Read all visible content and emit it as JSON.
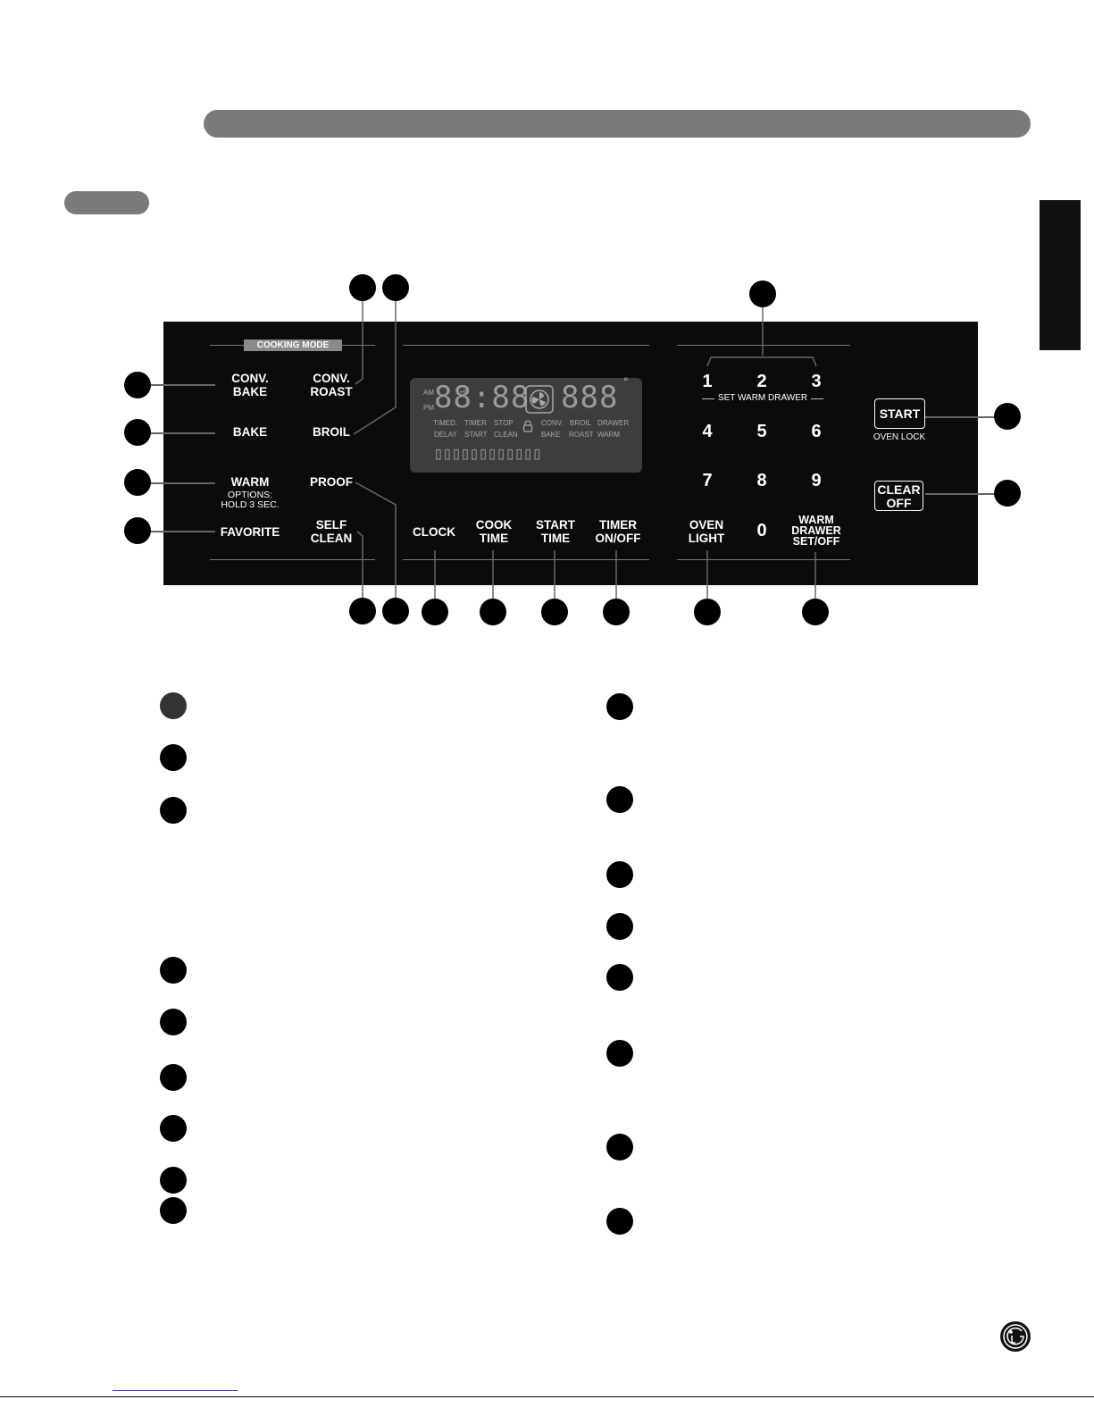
{
  "panel": {
    "cooking_mode_label": "COOKING MODE",
    "mode_buttons": {
      "conv_bake": [
        "CONV.",
        "BAKE"
      ],
      "conv_roast": [
        "CONV.",
        "ROAST"
      ],
      "bake": "BAKE",
      "broil": "BROIL",
      "warm": "WARM",
      "warm_options": [
        "OPTIONS:",
        "HOLD 3 SEC."
      ],
      "proof": "PROOF",
      "favorite": "FAVORITE",
      "self_clean": [
        "SELF",
        "CLEAN"
      ]
    },
    "function_buttons": {
      "clock": "CLOCK",
      "cook_time": [
        "COOK",
        "TIME"
      ],
      "start_time": [
        "START",
        "TIME"
      ],
      "timer_on_off": [
        "TIMER",
        "ON/OFF"
      ],
      "oven_light": [
        "OVEN",
        "LIGHT"
      ],
      "warm_drawer_set_off": [
        "WARM",
        "DRAWER",
        "SET/OFF"
      ]
    },
    "keypad": [
      "1",
      "2",
      "3",
      "4",
      "5",
      "6",
      "7",
      "8",
      "9",
      "0"
    ],
    "set_warm_drawer_label": "SET WARM DRAWER",
    "start_button": "START",
    "oven_lock_label": "OVEN LOCK",
    "clear_off_button": [
      "CLEAR",
      "OFF"
    ],
    "display": {
      "am": "AM",
      "pm": "PM",
      "hr": "HR",
      "clock_digits": "88:88",
      "temp_digits": "888",
      "degree": "°",
      "row1": [
        "TIMED.",
        "TIMER",
        "STOP",
        "CONV.",
        "BROIL",
        "DRAWER"
      ],
      "row2": [
        "DELAY",
        "START",
        "CLEAN",
        "BAKE",
        "ROAST",
        "WARM"
      ],
      "text_segments": "▯▯▯▯▯▯▯▯▯▯▯▯"
    }
  },
  "colors": {
    "panel_bg": "#0b0b0b",
    "lcd_bg": "#3d3d3d",
    "header_bar": "#7a7a7a",
    "callout_circle": "#000000"
  },
  "icons": [
    "fan-icon",
    "lock-icon",
    "lg-logo-icon"
  ]
}
